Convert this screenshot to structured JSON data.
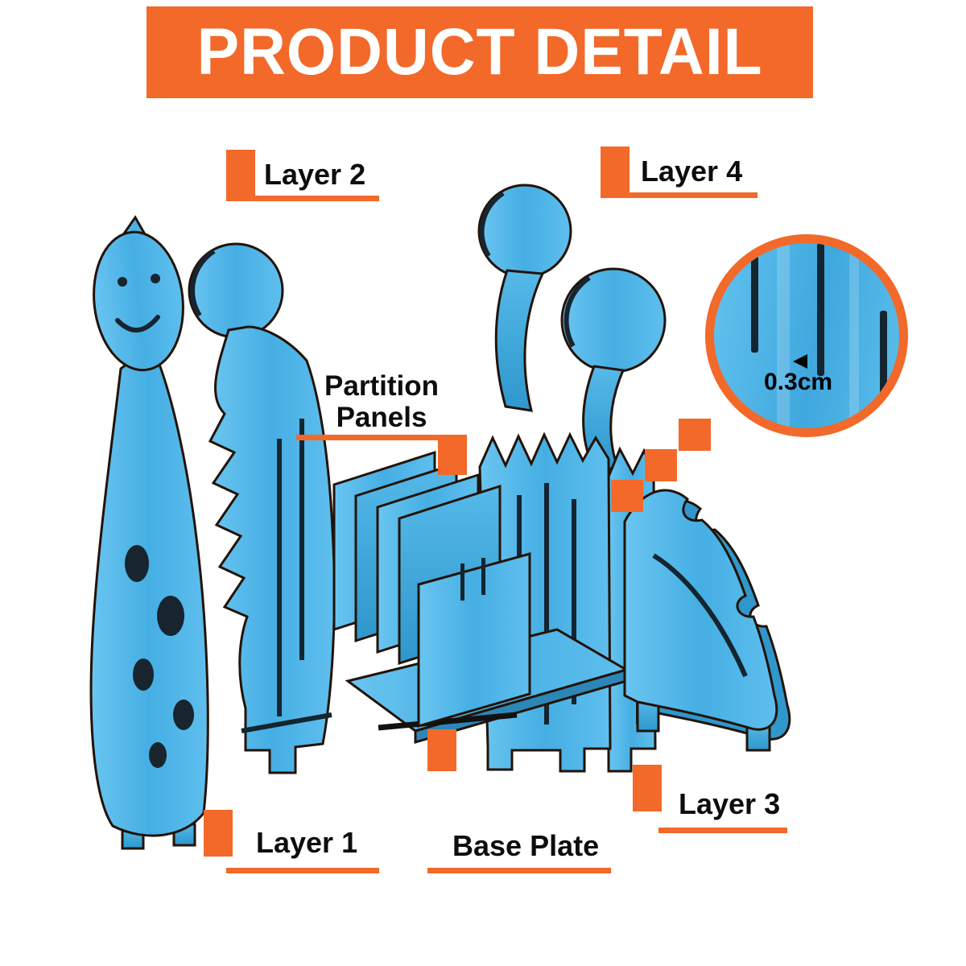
{
  "header": {
    "title": "PRODUCT DETAIL"
  },
  "callouts": {
    "layer1": {
      "label": "Layer 1"
    },
    "layer2": {
      "label": "Layer 2"
    },
    "layer3": {
      "label": "Layer 3"
    },
    "layer4": {
      "label": "Layer 4"
    },
    "partition_panels": {
      "line1": "Partition",
      "line2": "Panels"
    },
    "base_plate": {
      "label": "Base Plate"
    },
    "thickness": {
      "label": "0.3cm"
    }
  },
  "colors": {
    "accent": "#F2692A",
    "board_blue": "#4FB6E9",
    "board_blue_dark": "#2F97CC",
    "outline": "#231309",
    "slot_dark": "#142530"
  },
  "icons": {
    "magnifier": "thickness-zoom-circle",
    "arrow": "left-arrow-icon"
  }
}
